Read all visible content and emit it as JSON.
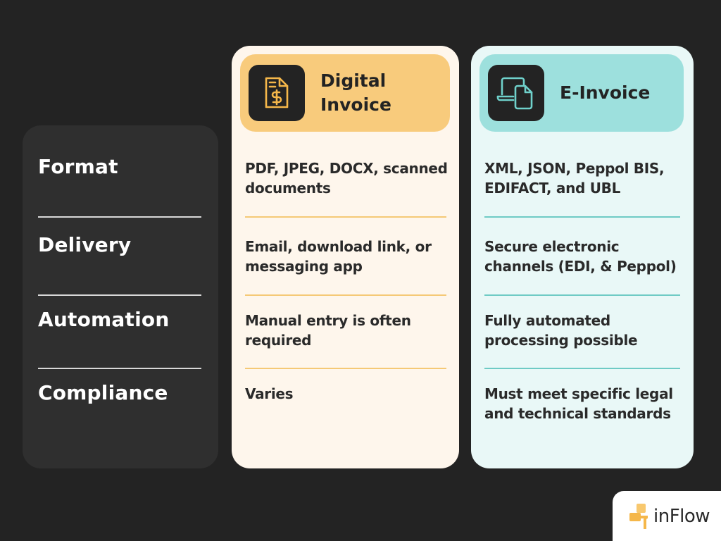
{
  "rows": [
    {
      "label": "Format"
    },
    {
      "label": "Delivery"
    },
    {
      "label": "Automation"
    },
    {
      "label": "Compliance"
    }
  ],
  "columns": {
    "digital": {
      "title": "Digital\nInvoice",
      "icon": "invoice-dollar-document-icon",
      "accent": "#f8cb7c",
      "background": "#fef6ec",
      "cells": [
        "PDF, JPEG, DOCX, scanned documents",
        "Email, download link, or messaging app",
        "Manual entry is often required",
        "Varies"
      ]
    },
    "einvoice": {
      "title": "E-Invoice",
      "icon": "laptop-document-icon",
      "accent": "#9de0dd",
      "background": "#e9f8f7",
      "cells": [
        "XML, JSON, Peppol BIS, EDIFACT, and UBL",
        "Secure electronic channels (EDI, & Peppol)",
        "Fully automated processing possible",
        "Must meet specific legal and technical standards"
      ]
    }
  },
  "logo": {
    "text": "inFlow",
    "icon": "inflow-logo-icon",
    "color": "#f5b74a"
  }
}
